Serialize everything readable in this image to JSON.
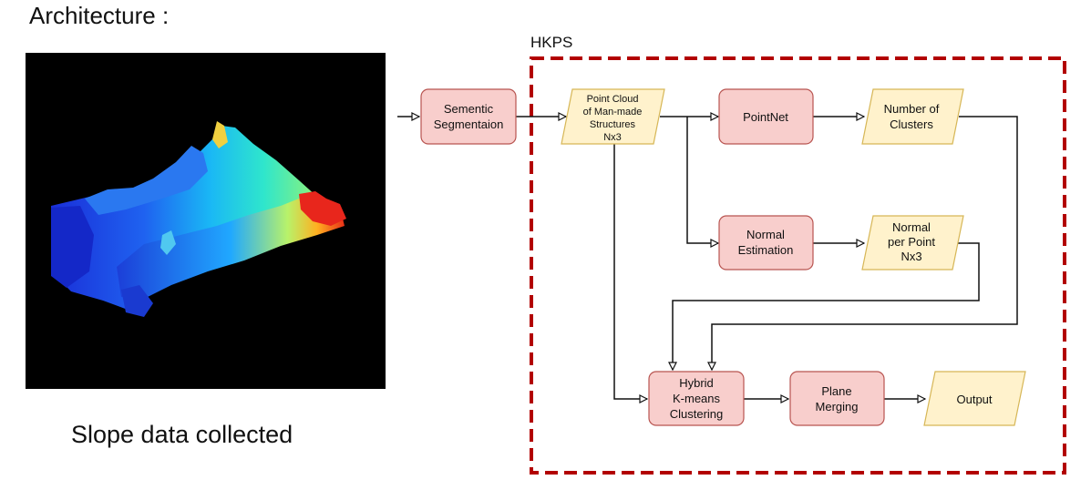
{
  "title": "Architecture :",
  "caption": "Slope data collected",
  "group_label": "HKPS",
  "colors": {
    "process_fill": "#f8cecc",
    "process_stroke": "#b85450",
    "data_fill": "#fff2cc",
    "data_stroke": "#d6b656",
    "group_border": "#b20000",
    "edge": "#111111"
  },
  "nodes": {
    "segmentation": [
      "Sementic",
      "Segmentaion"
    ],
    "point_cloud": [
      "Point Cloud",
      "of Man-made",
      "Structures",
      "Nx3"
    ],
    "pointnet": [
      "PointNet"
    ],
    "num_clusters": [
      "Number of",
      "Clusters"
    ],
    "normal_est": [
      "Normal",
      "Estimation"
    ],
    "normal_pp": [
      "Normal",
      "per Point",
      "Nx3"
    ],
    "hybrid": [
      "Hybrid",
      "K-means",
      "Clustering"
    ],
    "plane": [
      "Plane",
      "Merging"
    ],
    "output": [
      "Output"
    ]
  }
}
